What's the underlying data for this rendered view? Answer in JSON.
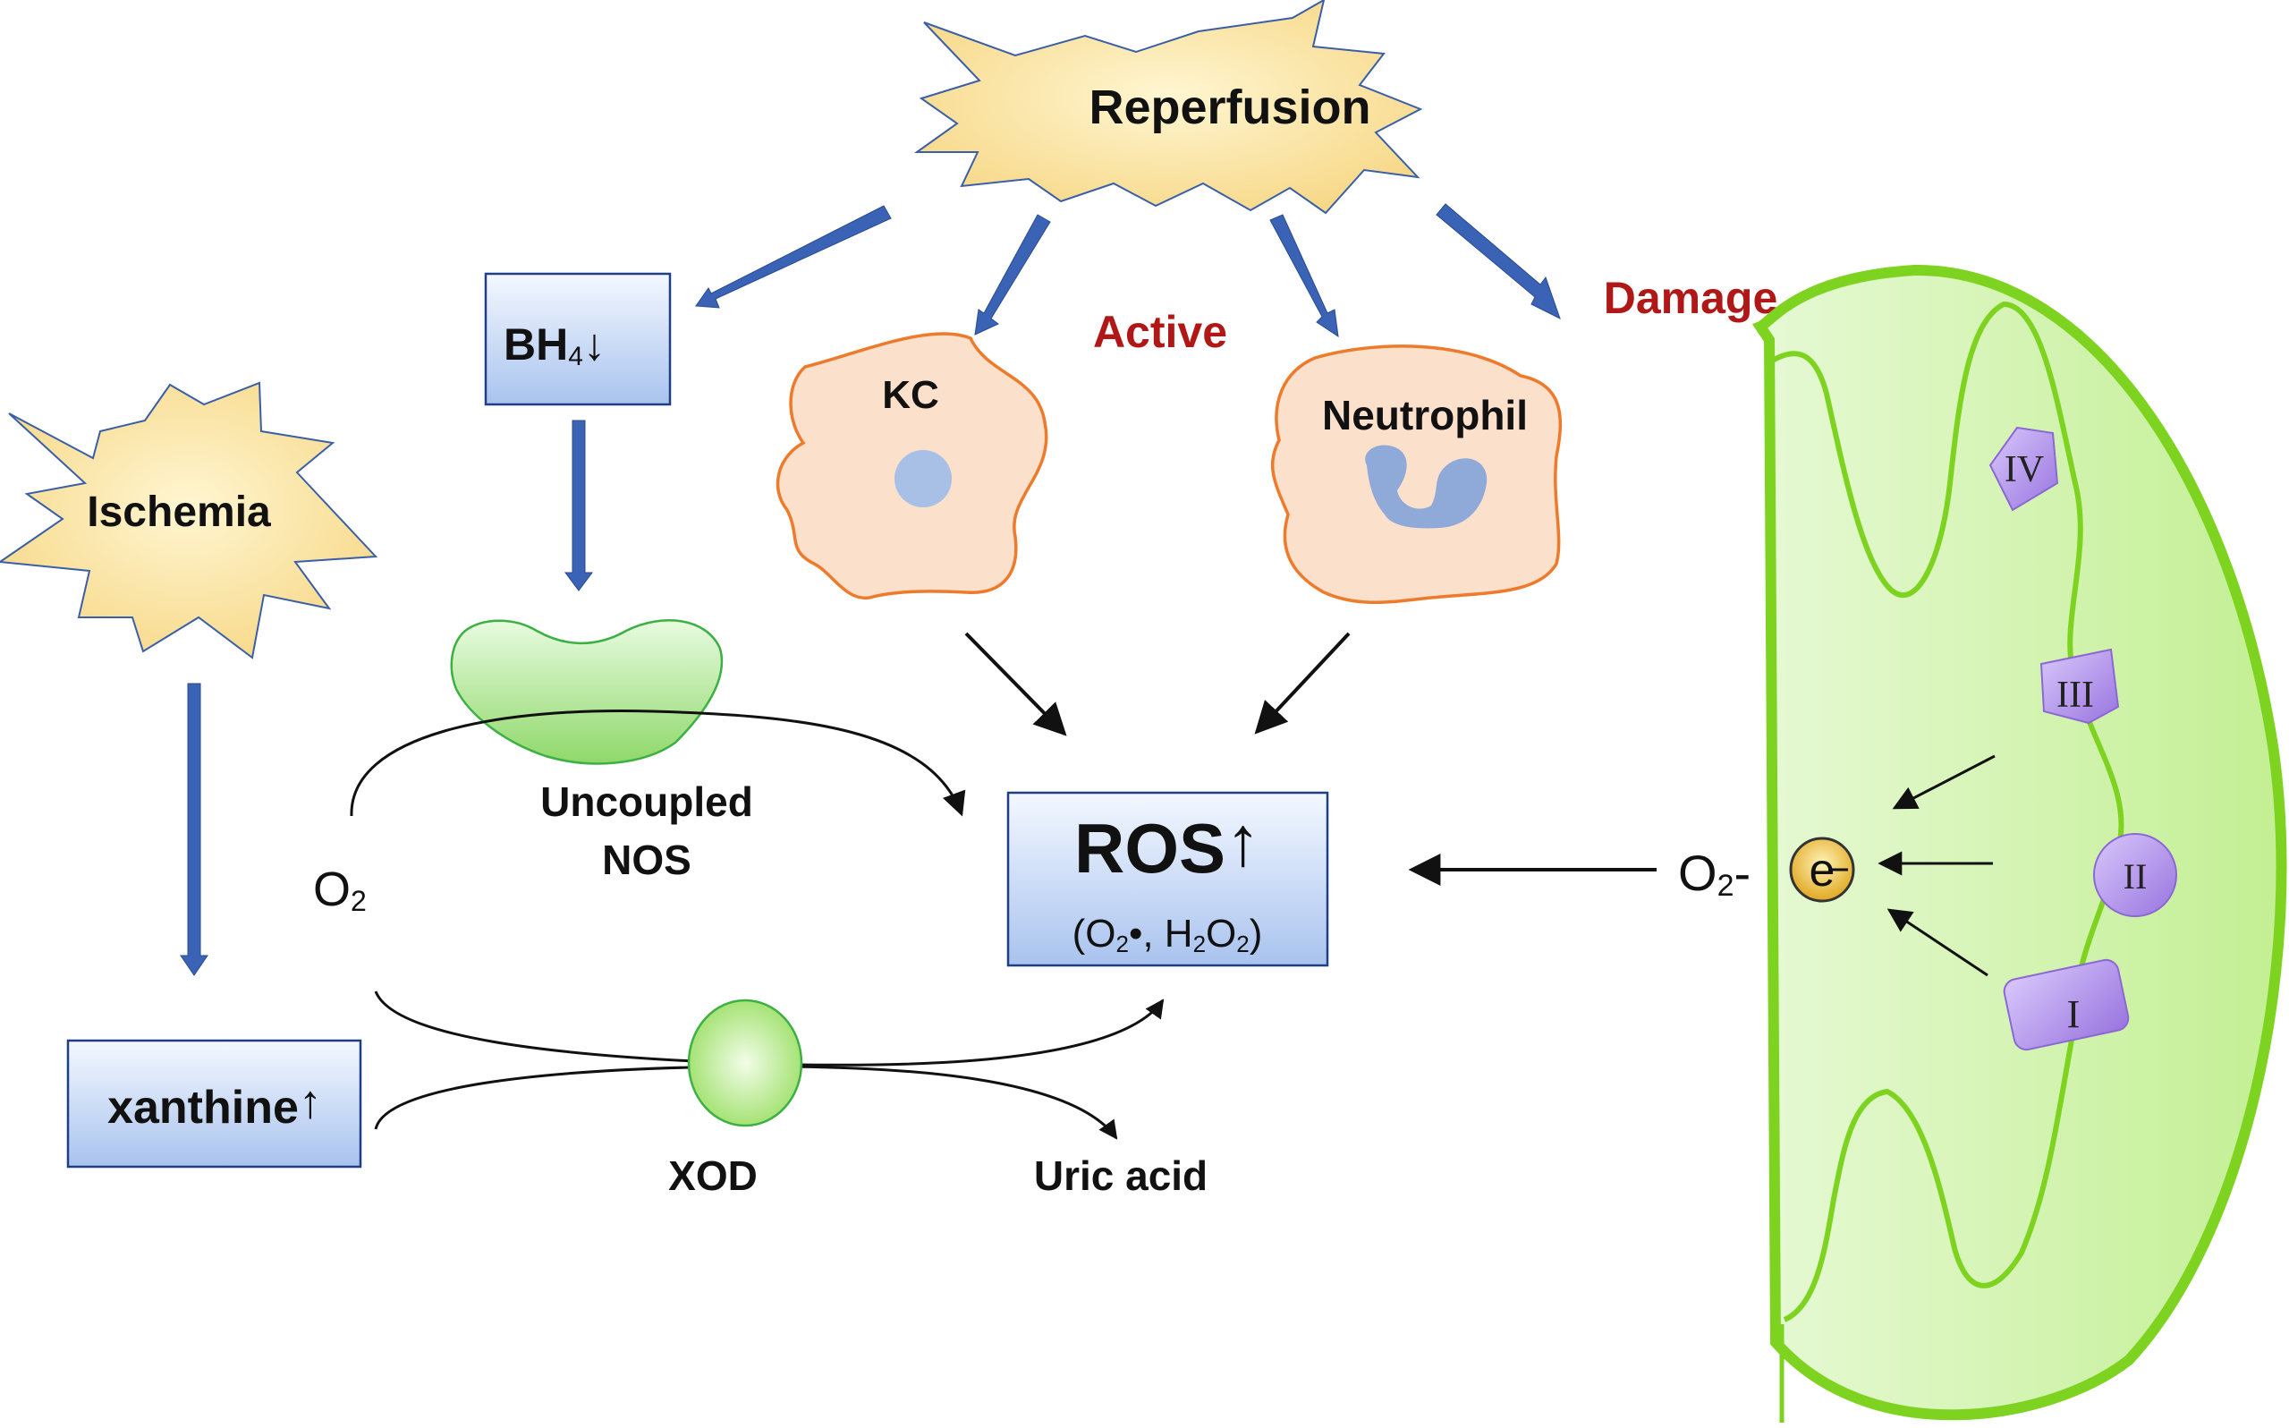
{
  "triggers": {
    "reperfusion": "Reperfusion",
    "ischemia": "Ischemia"
  },
  "boxes": {
    "bh4": "BH",
    "bh4_sub": "4",
    "bh4_arrow": "↓",
    "xanthine": "xanthine",
    "xanthine_arrow": "↑",
    "ros": "ROS",
    "ros_arrow": "↑",
    "ros_detail_open": "(O",
    "ros_detail_sub1": "2",
    "ros_detail_mid": "•, H",
    "ros_detail_sub2": "2",
    "ros_detail_o": "O",
    "ros_detail_sub3": "2",
    "ros_detail_close": ")"
  },
  "cells": {
    "kc": "KC",
    "neutrophil": "Neutrophil"
  },
  "labels": {
    "active": "Active",
    "damage": "Damage",
    "uncoupled_line1": "Uncoupled",
    "uncoupled_line2": "NOS",
    "o2_left": "O",
    "o2_left_sub": "2",
    "xod": "XOD",
    "uric_acid": "Uric acid",
    "o2_right": "O",
    "o2_right_sub": "2",
    "o2_right_dash": "-",
    "electron": "e"
  },
  "complexes": {
    "iv": "IV",
    "iii": "III",
    "ii": "II",
    "i": "I"
  },
  "colors": {
    "arrow_blue": "#3b63b5",
    "star_fill": "#fbe7a0",
    "cell_fill": "#fbe0cc",
    "cell_stroke": "#ee7a2b",
    "mito_green": "#7ed321",
    "complex_purple": "#a07ee0",
    "label_red": "#b01818"
  }
}
